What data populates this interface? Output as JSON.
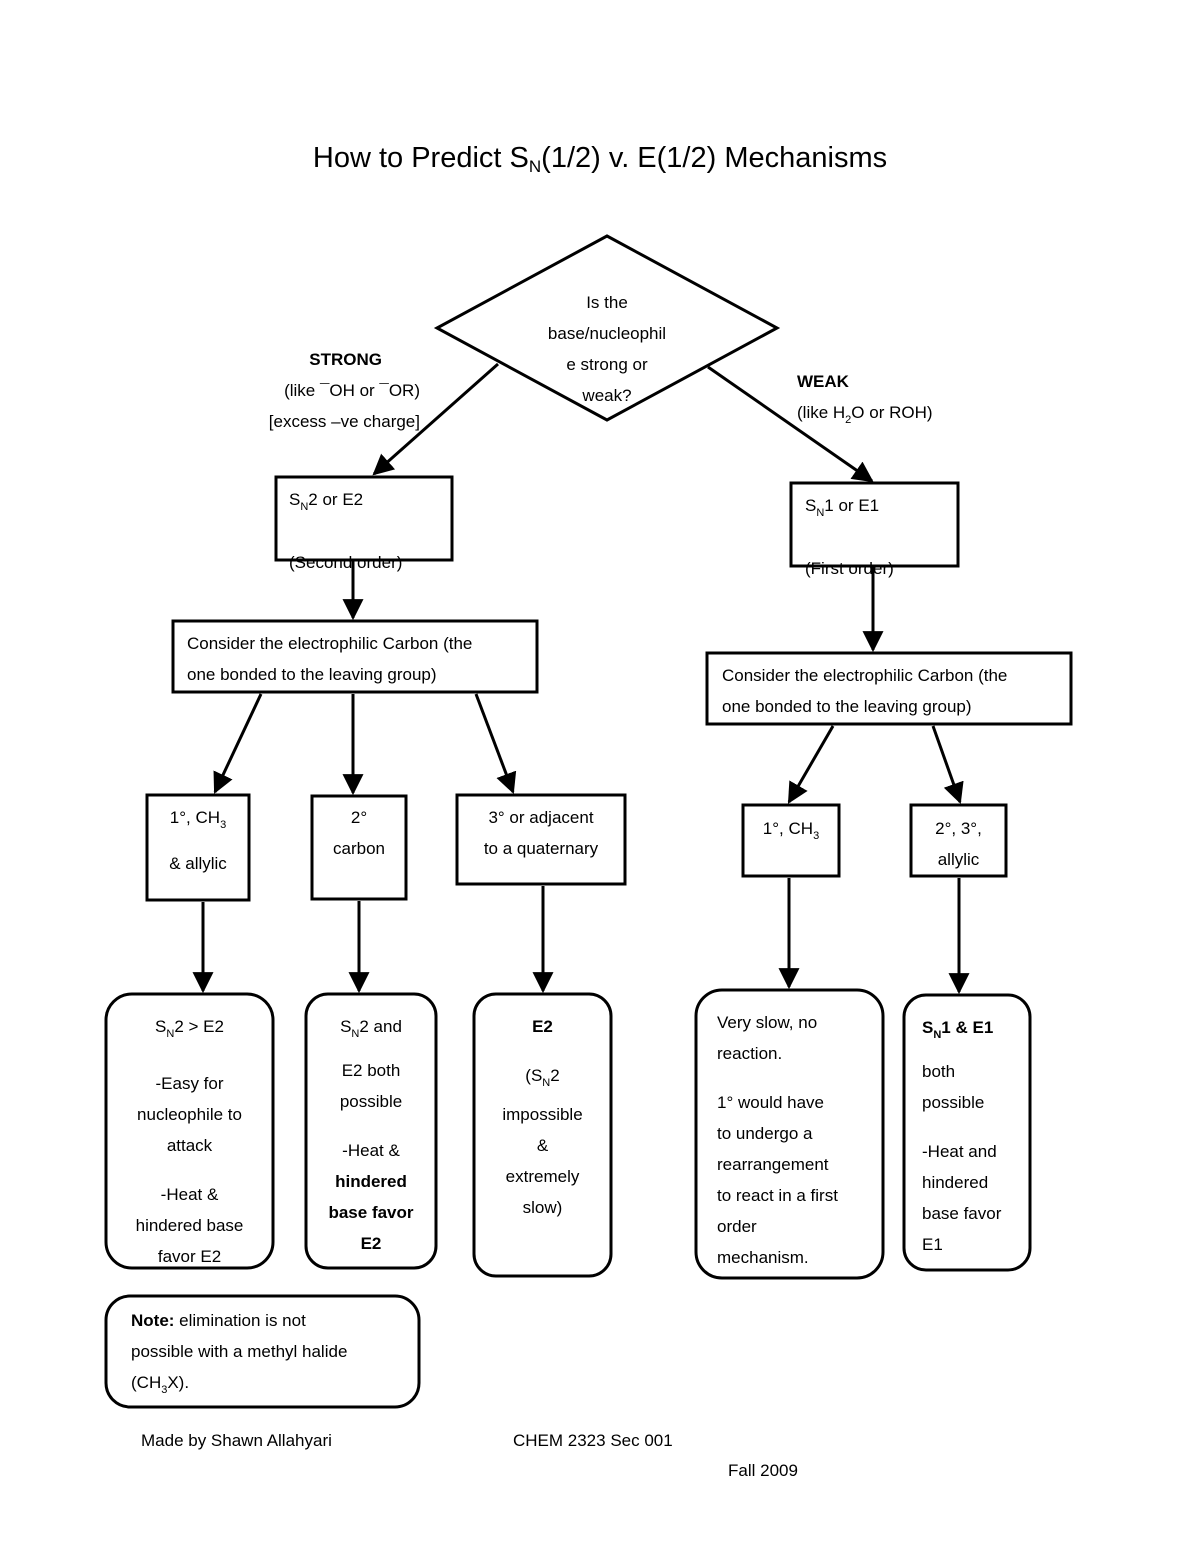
{
  "title": {
    "before": "How to Predict S",
    "sub": "N",
    "after": "(1/2) v. E(1/2) Mechanisms"
  },
  "decision": {
    "lines": [
      "Is the",
      "base/nucleophil",
      "e strong or",
      "weak?"
    ]
  },
  "strong": {
    "heading": "STRONG",
    "line1": "(like ¯OH or ¯OR)",
    "line2": "[excess –ve charge]"
  },
  "weak": {
    "heading": "WEAK",
    "pre": "(like H",
    "sub": "2",
    "post": "O or ROH)"
  },
  "sn2_e2_box": {
    "s": "S",
    "sub": "N",
    "rest": "2 or E2",
    "order": "(Second order)"
  },
  "sn1_e1_box": {
    "s": "S",
    "sub": "N",
    "rest": "1 or E1",
    "order": "(First order)"
  },
  "consider_left": {
    "lines": [
      "Consider the electrophilic Carbon (the",
      "one bonded to the leaving group)"
    ]
  },
  "consider_right": {
    "lines": [
      "Consider the electrophilic Carbon (the",
      "one bonded to the leaving group)"
    ]
  },
  "left_cases": {
    "primary": {
      "l1a": "1°, CH",
      "l1sub": "3",
      "l2": "& allylic"
    },
    "secondary": {
      "l1": "2°",
      "l2": "carbon"
    },
    "tertiary": {
      "l1": "3° or adjacent",
      "l2": "to a quaternary"
    }
  },
  "right_cases": {
    "primary": {
      "l1a": "1°, CH",
      "l1sub": "3"
    },
    "secondary": {
      "l1": "2°, 3°,",
      "l2": "allylic"
    }
  },
  "outcomes": {
    "sn2_gt_e2": {
      "s": "S",
      "sub": "N",
      "rest": "2 > E2",
      "lines1": [
        "-Easy for",
        "nucleophile to",
        "attack"
      ],
      "lines2": [
        "-Heat &",
        "hindered base",
        "favor E2"
      ]
    },
    "sn2_and_e2": {
      "s": "S",
      "sub": "N",
      "rest": "2 and",
      "lines1": [
        "E2 both",
        "possible"
      ],
      "l2a": "-Heat &",
      "l2b": "hindered",
      "l2c": "base favor",
      "l2d": "E2"
    },
    "e2": {
      "head": "E2",
      "paren_pre": "(S",
      "sub": "N",
      "paren_post": "2",
      "lines": [
        "impossible",
        "&",
        "extremely",
        "slow)"
      ]
    },
    "very_slow": {
      "lines1": [
        "Very slow, no",
        "reaction."
      ],
      "lines2": [
        "1° would have",
        "to undergo a",
        "rearrangement",
        "to react in a first",
        "order",
        "mechanism."
      ]
    },
    "sn1_and_e1": {
      "s": "S",
      "sub": "N",
      "rest": "1 & E1",
      "lines1": [
        "both",
        "possible"
      ],
      "lines2": [
        "-Heat and",
        "hindered",
        "base favor",
        "E1"
      ]
    }
  },
  "note": {
    "bold": "Note:",
    "l1": " elimination is not",
    "l2": "possible with a methyl halide",
    "l3a": "(CH",
    "l3sub": "3",
    "l3b": "X)."
  },
  "footer": {
    "author": "Made by Shawn Allahyari",
    "course": "CHEM 2323 Sec 001",
    "term": "Fall 2009"
  }
}
